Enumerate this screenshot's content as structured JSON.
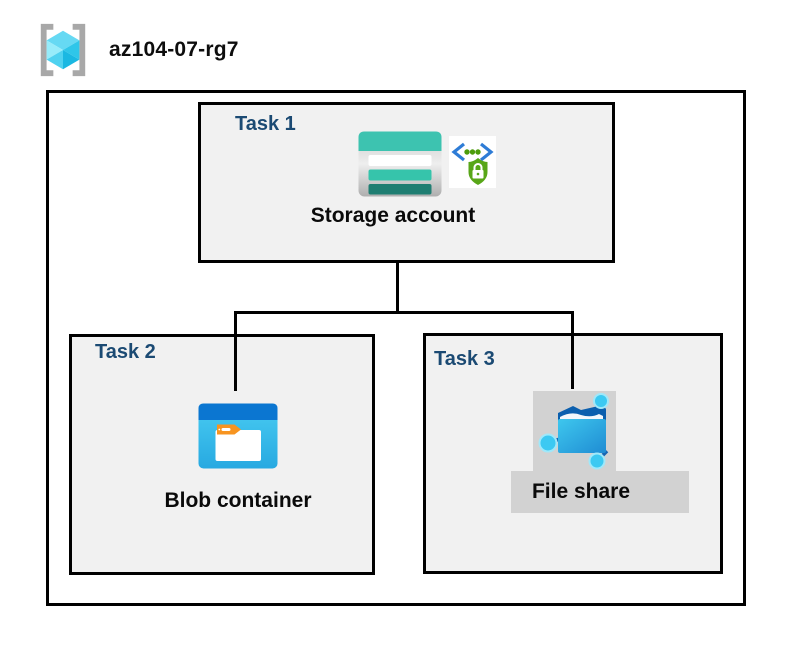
{
  "header": {
    "resource_group_name": "az104-07-rg7",
    "icon": "resource-group-icon"
  },
  "tasks": {
    "task1": {
      "title": "Task 1",
      "item_label": "Storage account",
      "icons": [
        "storage-account-icon",
        "sas-lock-icon"
      ]
    },
    "task2": {
      "title": "Task 2",
      "item_label": "Blob container",
      "icons": [
        "blob-container-icon"
      ]
    },
    "task3": {
      "title": "Task 3",
      "item_label": "File share",
      "icons": [
        "file-share-icon"
      ]
    }
  },
  "connections": [
    {
      "from": "task1-storage-account",
      "to": "task2-blob-container"
    },
    {
      "from": "task1-storage-account",
      "to": "task3-file-share"
    }
  ],
  "colors": {
    "task_title_navy": "#1b4a73",
    "box_fill_gray": "#f1f1f1",
    "box_border": "#000000",
    "connector": "#000000",
    "storage_teal": "#3dc3b0",
    "storage_teal_dark": "#1f7e72",
    "blob_header_blue": "#0b76d1",
    "blob_body_blue": "#35bdea",
    "folder_tab_orange": "#f79420",
    "file_share_cyan": "#3cc9f2",
    "file_share_line_blue": "#1866b2",
    "file_share_backdrop_gray": "#d2d2d2",
    "sas_shield_green": "#58a618",
    "sas_bracket_blue": "#2e7cd6",
    "rg_cube_cyan": "#66d9f3",
    "rg_bracket_gray": "#a8a8a8"
  }
}
